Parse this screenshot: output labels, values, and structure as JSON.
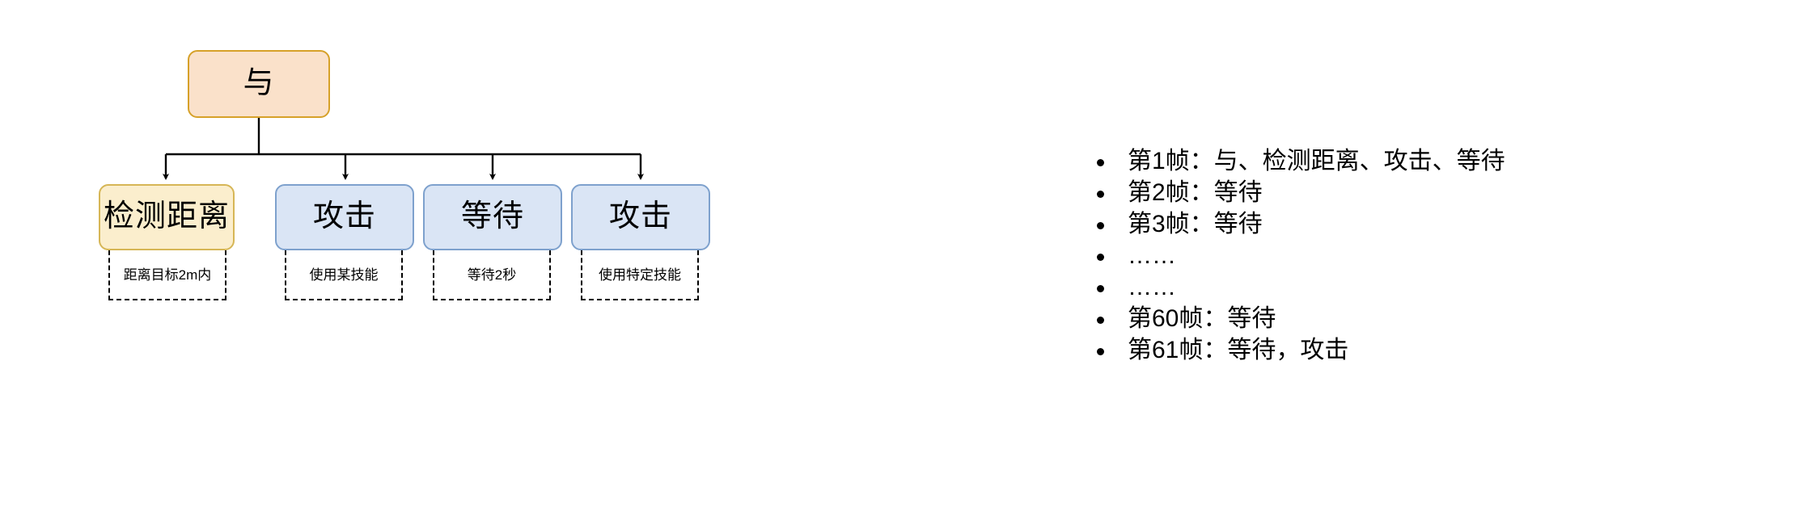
{
  "diagram": {
    "root": {
      "label": "与",
      "kind": "and-node"
    },
    "children": [
      {
        "label": "检测距离",
        "kind": "condition",
        "annotation": "距离目标2m内"
      },
      {
        "label": "攻击",
        "kind": "action",
        "annotation": "使用某技能"
      },
      {
        "label": "等待",
        "kind": "action",
        "annotation": "等待2秒"
      },
      {
        "label": "攻击",
        "kind": "action",
        "annotation": "使用特定技能"
      }
    ]
  },
  "frame_log": {
    "items": [
      "第1帧：与、检测距离、攻击、等待",
      "第2帧：等待",
      "第3帧：等待",
      "……",
      "……",
      "第60帧：等待",
      "第61帧：等待，攻击"
    ]
  },
  "colors": {
    "root_fill": "#fae1ca",
    "root_stroke": "#d6a129",
    "condition_fill": "#fbeecd",
    "condition_stroke": "#d6b656",
    "action_fill": "#dae5f5",
    "action_stroke": "#7ea1cd",
    "connector": "#000000",
    "text": "#000000",
    "background": "#ffffff"
  }
}
